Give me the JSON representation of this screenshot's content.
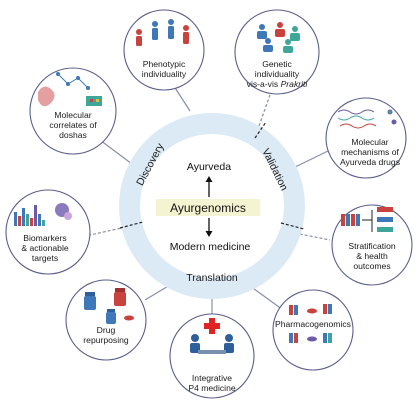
{
  "center": {
    "top_text": "Ayurveda",
    "middle_text": "Ayurgenomics",
    "bottom_text": "Modern medicine"
  },
  "ring": {
    "discovery": "Discovery",
    "validation": "Validation",
    "translation": "Translation"
  },
  "satellites": [
    {
      "id": "phenotypic",
      "lines": [
        "Phenotypic",
        "individuality"
      ]
    },
    {
      "id": "genetic",
      "lines": [
        "Genetic",
        "individuality"
      ],
      "line3_plain": "vis-a-vis ",
      "line3_italic": "Prakriti"
    },
    {
      "id": "molecular-mechanisms",
      "lines": [
        "Molecular",
        "mechanisms of",
        "Ayurveda drugs"
      ]
    },
    {
      "id": "stratification",
      "lines": [
        "Stratification",
        "& health",
        "outcomes"
      ]
    },
    {
      "id": "pharmacogenomics",
      "lines": [
        "Pharmacogenomics"
      ]
    },
    {
      "id": "integrative",
      "lines": [
        "Integrative",
        "P4 medicine"
      ]
    },
    {
      "id": "drug-repurposing",
      "lines": [
        "Drug",
        "repurposing"
      ]
    },
    {
      "id": "biomarkers",
      "lines": [
        "Biomarkers",
        "& actionable",
        "targets"
      ]
    },
    {
      "id": "molecular-correlates",
      "lines": [
        "Molecular",
        "correlates of",
        "doshas"
      ]
    }
  ],
  "colors": {
    "ring_fill": "#dceaf5",
    "satellite_border": "#5a5f8c",
    "center_box": "#f4f4d2",
    "person_blue": "#3f78b8",
    "person_red": "#c8433d",
    "person_teal": "#3fa79a",
    "connector": "#8a8fa8"
  }
}
